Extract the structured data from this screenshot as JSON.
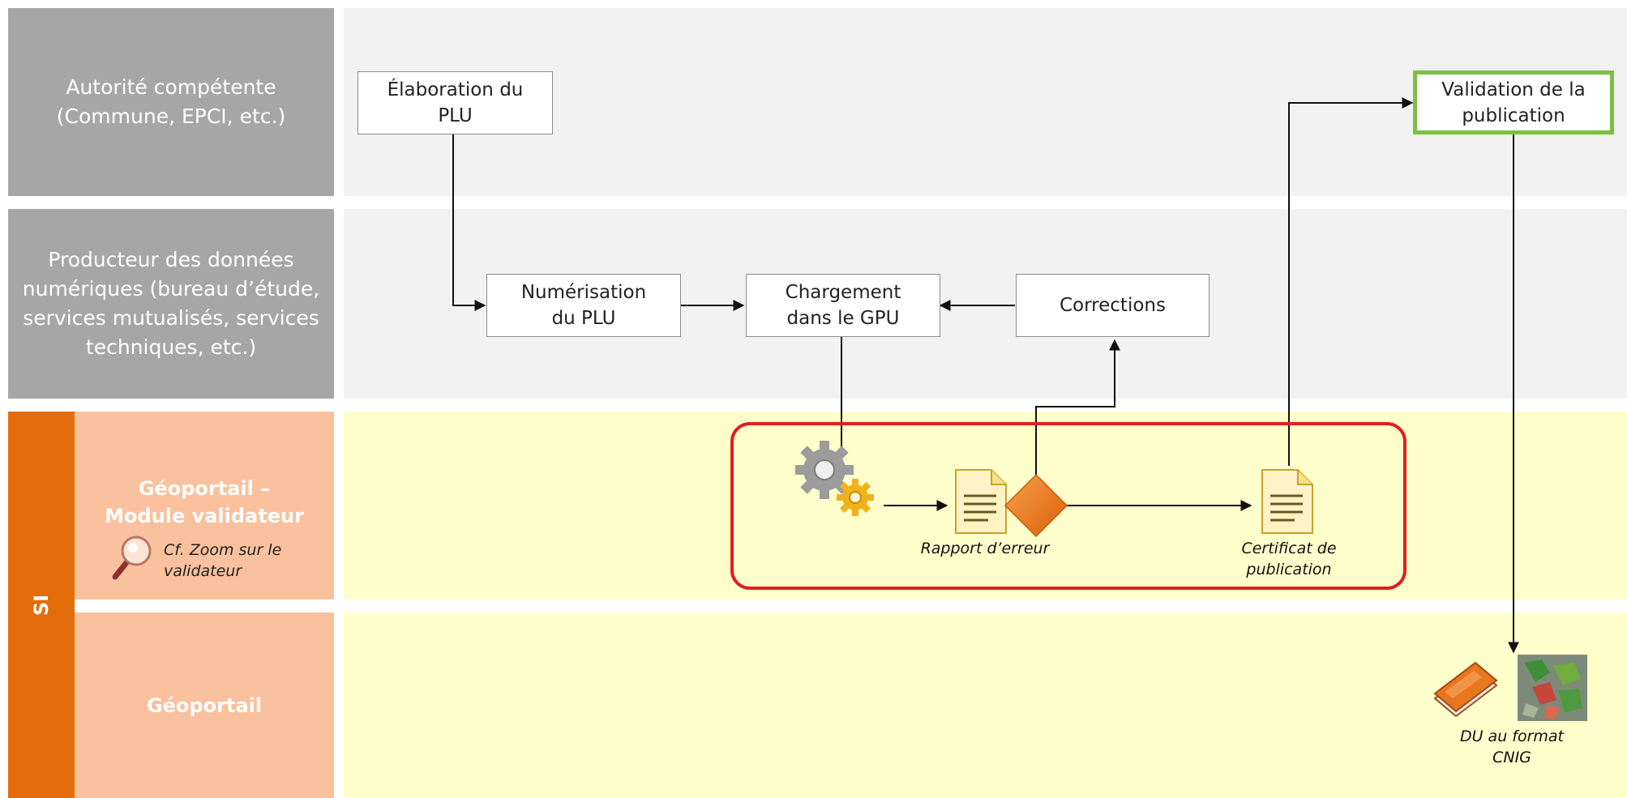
{
  "lanes": {
    "autorite": "Autorité compétente (Commune, EPCI, etc.)",
    "producteur": "Producteur des données numériques (bureau d’étude, services mutualisés, services techniques, etc.)",
    "si": "SI",
    "validateur_title": "Géoportail – Module validateur",
    "validateur_link": "Cf. Zoom sur le validateur",
    "geoportail": "Géoportail"
  },
  "steps": {
    "elaboration": "Élaboration du PLU",
    "numerisation": "Numérisation du PLU",
    "chargement": "Chargement dans le GPU",
    "corrections": "Corrections",
    "validation": "Validation de la publication"
  },
  "artifacts": {
    "rapport": "Rapport d’erreur",
    "certificat": "Certificat de publication",
    "du_format": "DU au format CNIG"
  },
  "icons": [
    "gears-icon",
    "document-icon",
    "decision-diamond-icon",
    "magnifier-icon",
    "book-icon",
    "map-icon"
  ],
  "colors": {
    "lane_gray": "#a6a6a6",
    "lane_light": "#f2f2f2",
    "si_dark": "#e46c0a",
    "si_light": "#f9c19d",
    "lane_yellow": "#ffffcc",
    "highlight_red": "#e0201f",
    "highlight_green": "#7ac143"
  }
}
